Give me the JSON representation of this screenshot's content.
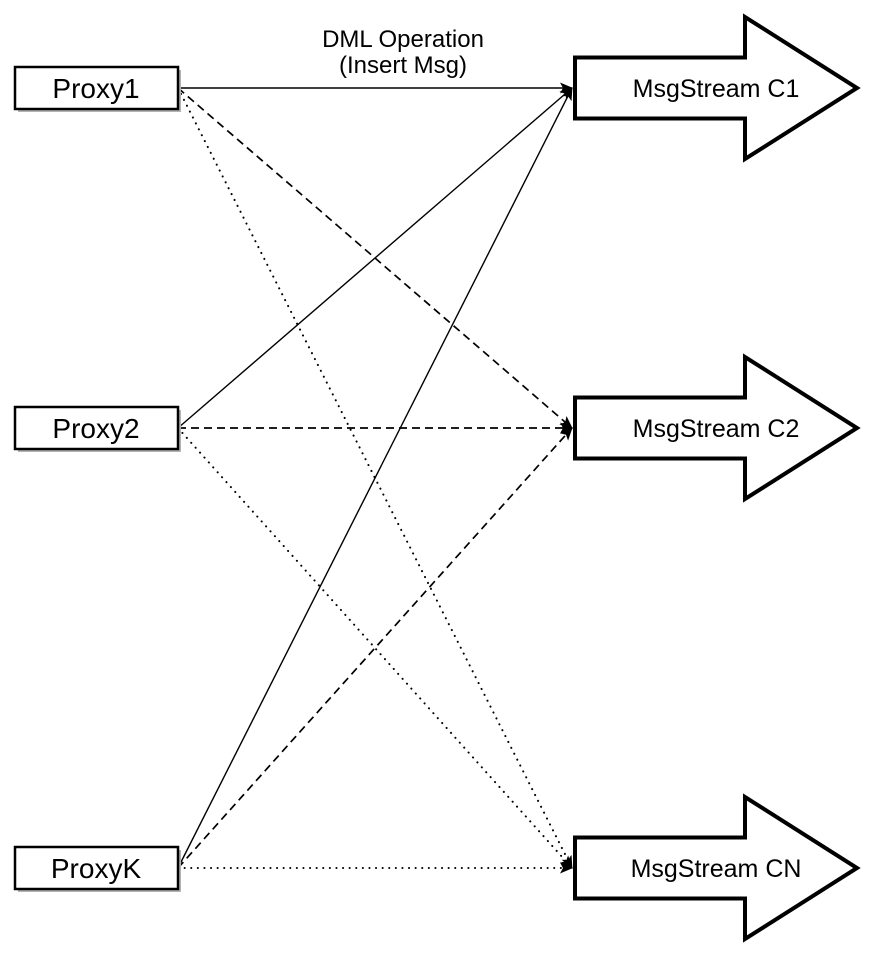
{
  "edge_label": {
    "line1": "DML Operation",
    "line2": "(Insert Msg)"
  },
  "proxies": [
    {
      "label": "Proxy1"
    },
    {
      "label": "Proxy2"
    },
    {
      "label": "ProxyK"
    }
  ],
  "streams": [
    {
      "label": "MsgStream C1"
    },
    {
      "label": "MsgStream C2"
    },
    {
      "label": "MsgStream CN"
    }
  ],
  "connections": [
    {
      "from": "Proxy1",
      "to": "MsgStream C1",
      "style": "solid"
    },
    {
      "from": "Proxy1",
      "to": "MsgStream C2",
      "style": "dashed"
    },
    {
      "from": "Proxy1",
      "to": "MsgStream CN",
      "style": "dotted"
    },
    {
      "from": "Proxy2",
      "to": "MsgStream C1",
      "style": "solid"
    },
    {
      "from": "Proxy2",
      "to": "MsgStream C2",
      "style": "dashed"
    },
    {
      "from": "Proxy2",
      "to": "MsgStream CN",
      "style": "dotted"
    },
    {
      "from": "ProxyK",
      "to": "MsgStream C1",
      "style": "solid"
    },
    {
      "from": "ProxyK",
      "to": "MsgStream C2",
      "style": "dashed"
    },
    {
      "from": "ProxyK",
      "to": "MsgStream CN",
      "style": "dotted"
    }
  ],
  "colors": {
    "stroke": "#000000",
    "fill": "#ffffff",
    "shadow": "#b3b3b3"
  }
}
